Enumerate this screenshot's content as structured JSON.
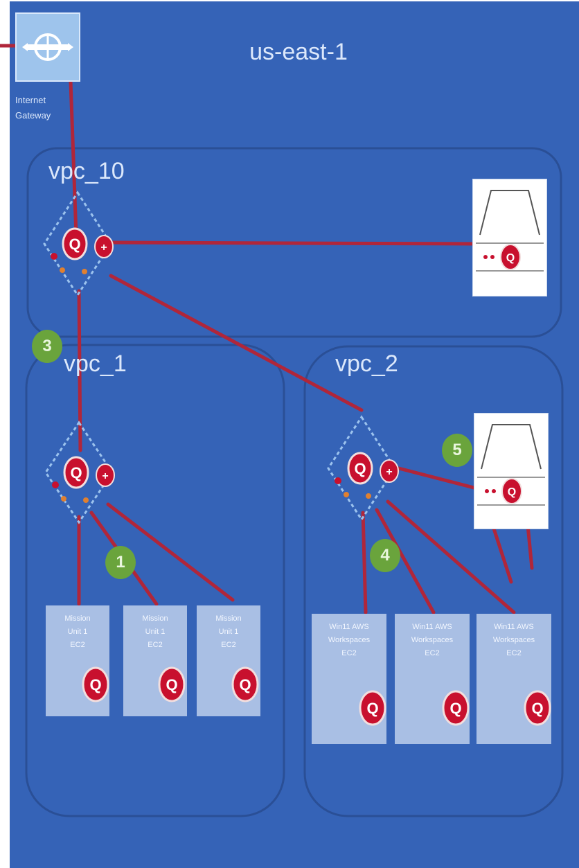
{
  "region": {
    "name": "us-east-1",
    "colors": {
      "background": "#3563b7",
      "vpc_border": "#2a4f96",
      "link": "#b0263a",
      "badge": "#6aa43c",
      "subnet": "#a9bfe4"
    }
  },
  "internet_gateway": {
    "label_line1": "Internet",
    "label_line2": "Gateway",
    "icon": "internet-gateway-icon"
  },
  "vpcs": {
    "vpc_10": {
      "label": "vpc_10"
    },
    "vpc_1": {
      "label": "vpc_1"
    },
    "vpc_2": {
      "label": "vpc_2"
    }
  },
  "badges": [
    "1",
    "3",
    "4",
    "5"
  ],
  "subnets_vpc1": [
    {
      "line1": "Mission",
      "line2": "Unit 1",
      "line3": "EC2"
    },
    {
      "line1": "Mission",
      "line2": "Unit 1",
      "line3": "EC2"
    },
    {
      "line1": "Mission",
      "line2": "Unit 1",
      "line3": "EC2"
    }
  ],
  "subnets_vpc2": [
    {
      "line1": "Win11 AWS",
      "line2": "Workspaces",
      "line3": "EC2"
    },
    {
      "line1": "Win11 AWS",
      "line2": "Workspaces",
      "line3": "EC2"
    },
    {
      "line1": "Win11 AWS",
      "line2": "Workspaces",
      "line3": "EC2"
    }
  ]
}
